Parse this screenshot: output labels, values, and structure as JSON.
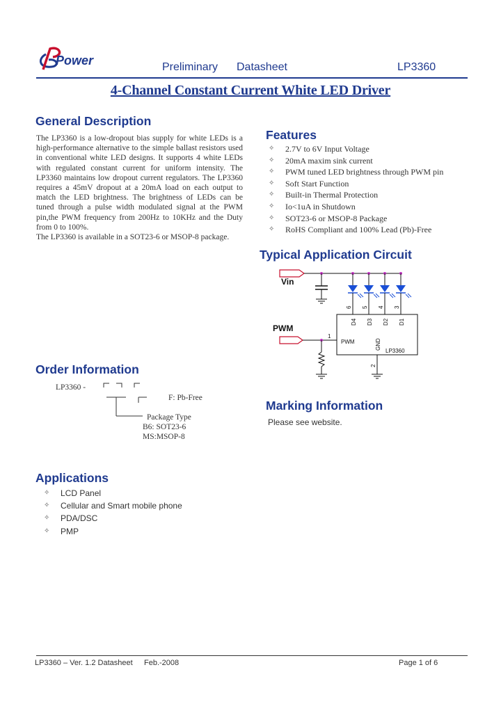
{
  "header": {
    "logo_text": "Power",
    "left": "Preliminary",
    "center": "Datasheet",
    "part": "LP3360"
  },
  "title": "4-Channel Constant Current White LED Driver",
  "general": {
    "heading": "General Description",
    "paragraph1": "The LP3360 is a low-dropout bias supply for white LEDs is a high-performance alternative to the simple ballast resistors used in conventional white LED designs. It supports 4 white LEDs with regulated constant current for uniform intensity. The LP3360 maintains low dropout current regulators. The LP3360 requires a 45mV dropout at a 20mA load on each output to match the LED brightness. The brightness of LEDs can be tuned through a pulse width modulated signal at the PWM pin,the PWM frequency from 200Hz to 10KHz and the Duty from 0 to 100%.",
    "paragraph2": "The LP3360 is available in a SOT23-6 or MSOP-8 package."
  },
  "features": {
    "heading": "Features",
    "items": [
      "2.7V to 6V Input Voltage",
      "20mA maxim sink current",
      "PWM tuned LED brightness through PWM pin",
      "Soft Start Function",
      "Built-in Thermal Protection",
      "Io<1uA in Shutdown",
      "SOT23-6 or MSOP-8 Package",
      "RoHS Compliant and 100% Lead (Pb)-Free"
    ]
  },
  "circuit": {
    "heading": "Typical Application Circuit",
    "vin_label": "Vin",
    "pwm_label": "PWM",
    "chip_name": "LP3360",
    "pins_top": [
      "D4",
      "D3",
      "D2",
      "D1"
    ],
    "pin_numbers_top": [
      "6",
      "5",
      "4",
      "3"
    ],
    "pwm_pin": "PWM",
    "gnd_pin": "GND",
    "pwm_pin_number": "1",
    "gnd_pin_number": "2"
  },
  "order": {
    "heading": "Order Information",
    "code_prefix": "LP3360 -",
    "pb_free": "F: Pb-Free",
    "package_type": "Package Type",
    "option1": "B6: SOT23-6",
    "option2": "MS:MSOP-8"
  },
  "marking": {
    "heading": "Marking Information",
    "text": "Please see website."
  },
  "applications": {
    "heading": "Applications",
    "items": [
      "LCD Panel",
      "Cellular and Smart mobile phone",
      "PDA/DSC",
      "PMP"
    ]
  },
  "footer": {
    "left": "LP3360 – Ver. 1.2 Datasheet",
    "date": "Feb.-2008",
    "page": "Page 1 of 6"
  },
  "colors": {
    "brand_blue": "#1f3a8f",
    "logo_red": "#c8102e",
    "wire_red": "#c8102e",
    "led_blue": "#1a4fd6",
    "node_magenta": "#c030c0"
  }
}
